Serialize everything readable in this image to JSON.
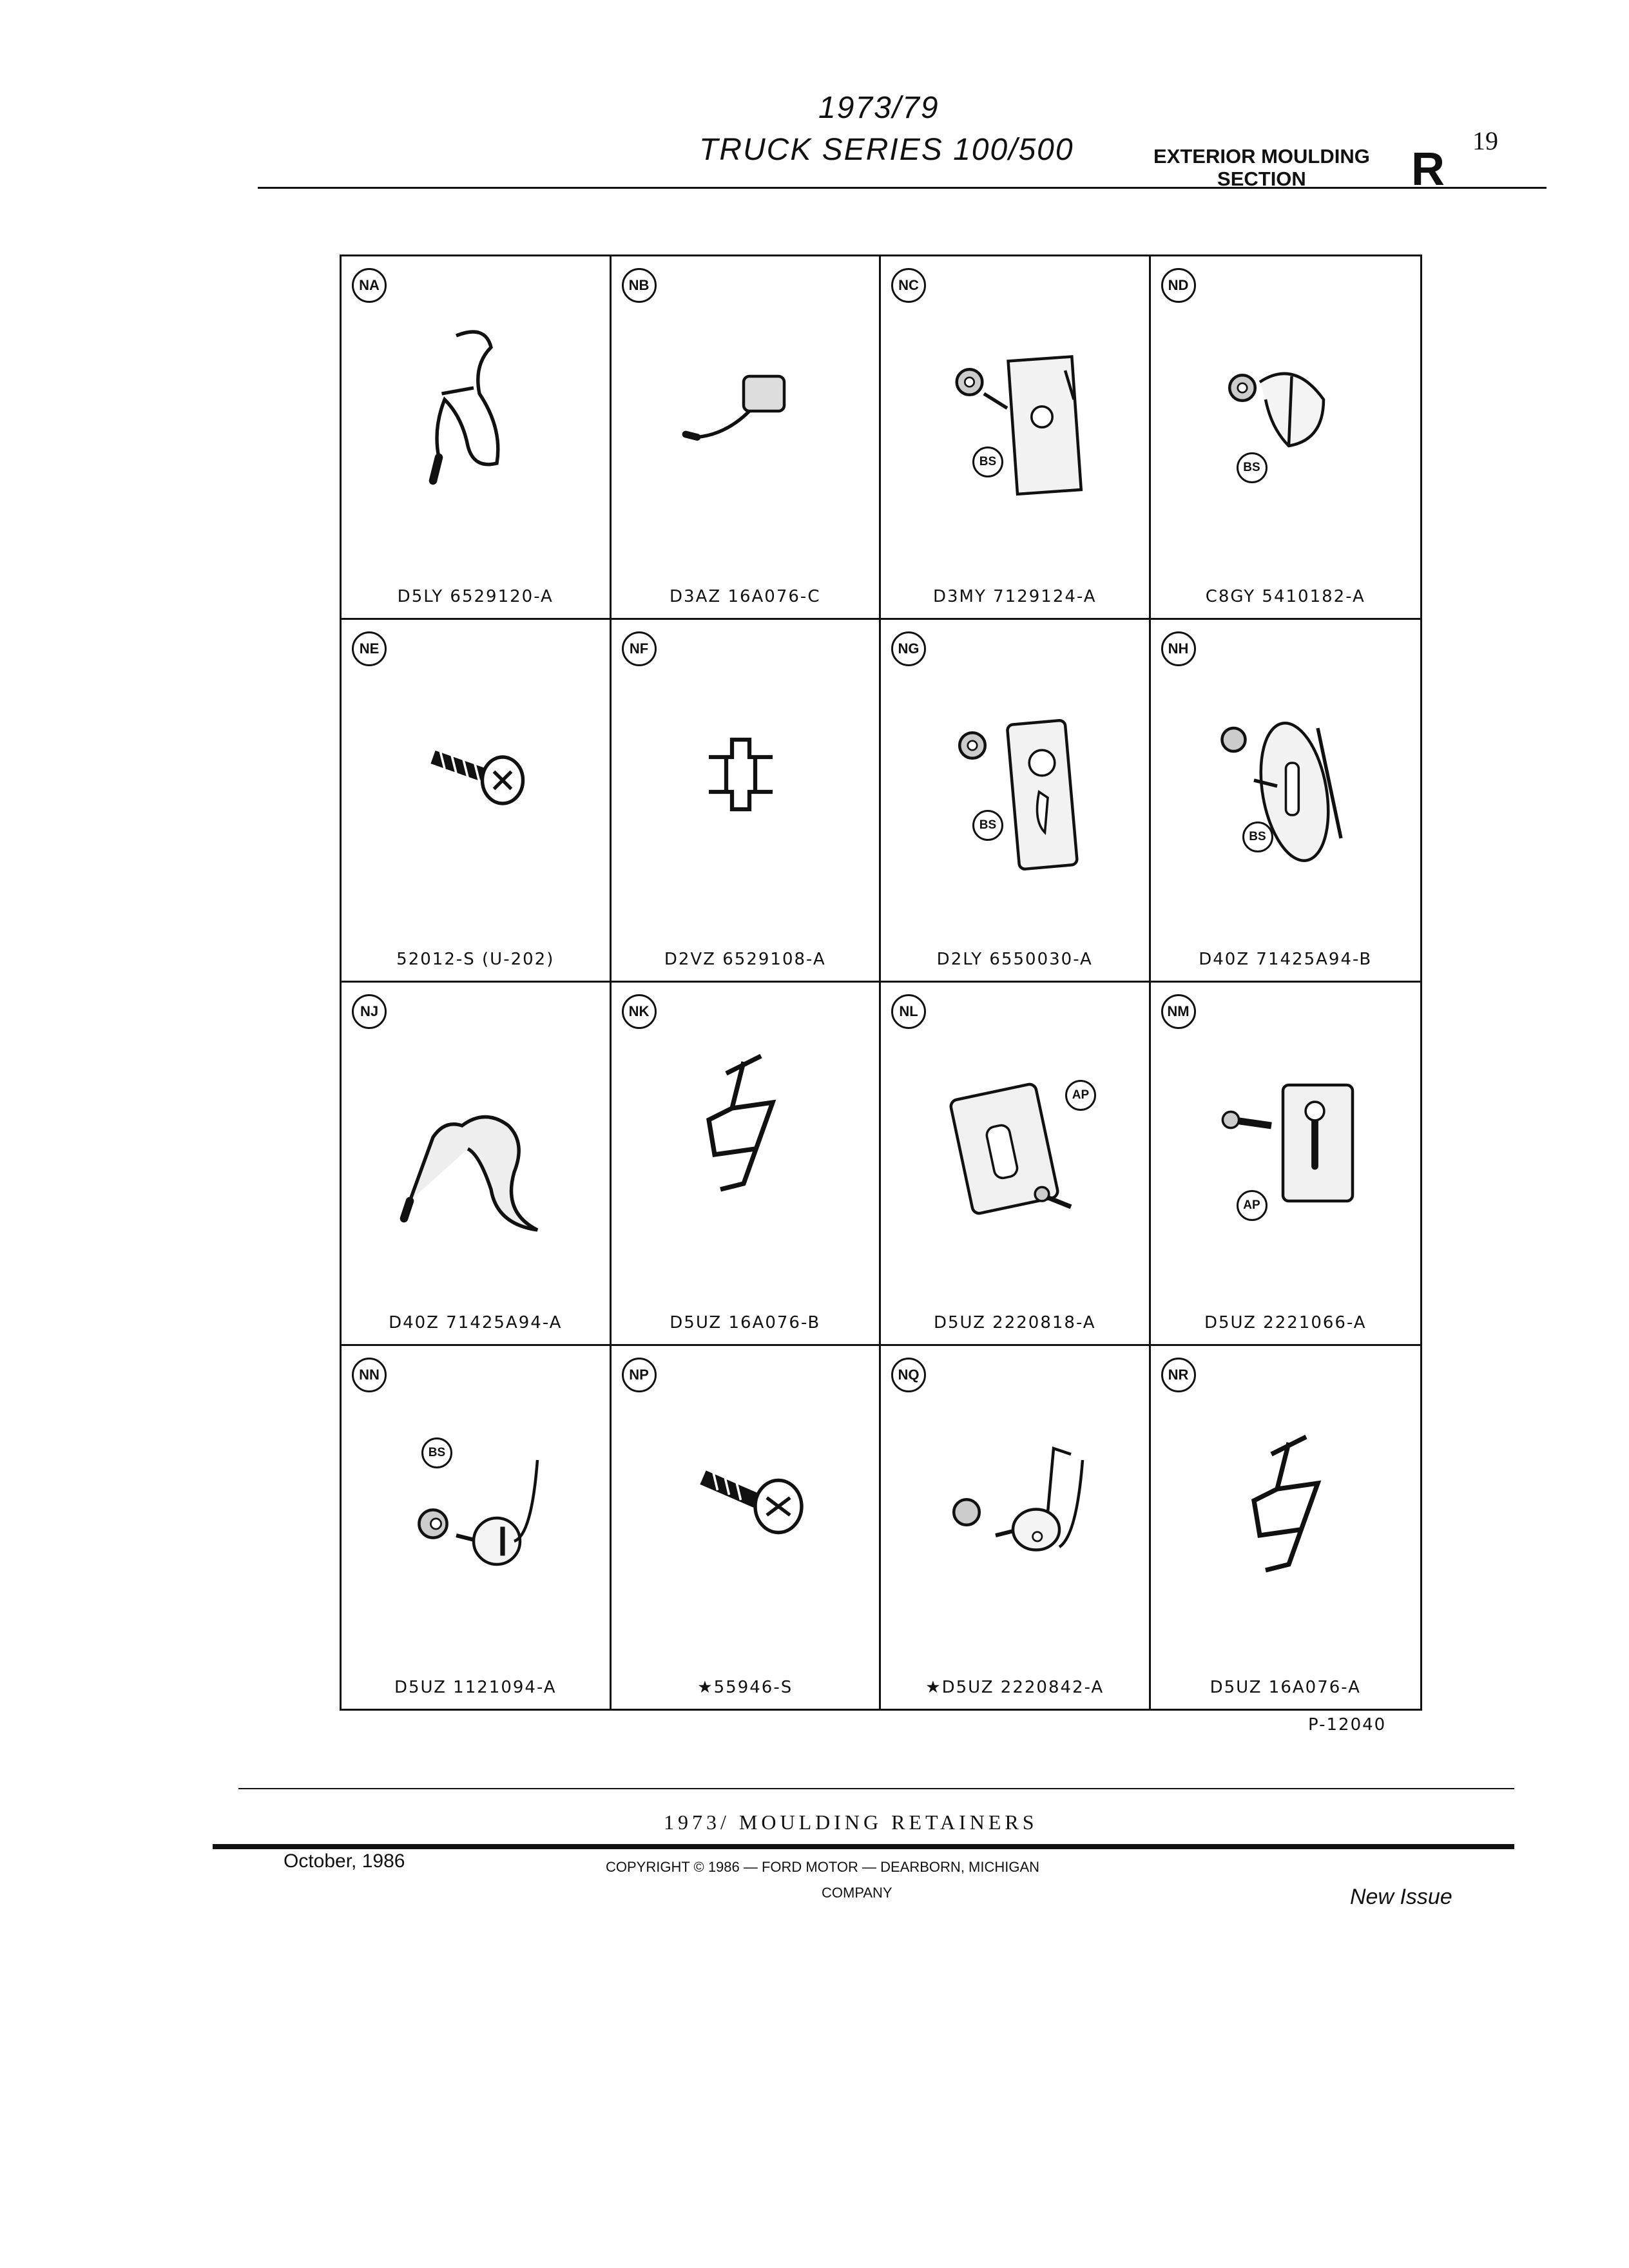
{
  "header": {
    "year": "1973/79",
    "series": "TRUCK  SERIES  100/500",
    "section_line1": "EXTERIOR MOULDING",
    "section_line2": "SECTION",
    "section_letter": "R",
    "page_number": "19"
  },
  "cells": [
    {
      "code": "NA",
      "part": "D5LY 6529120-A"
    },
    {
      "code": "NB",
      "part": "D3AZ 16A076-C"
    },
    {
      "code": "NC",
      "part": "D3MY 7129124-A",
      "callout": "BS"
    },
    {
      "code": "ND",
      "part": "C8GY 5410182-A",
      "callout": "BS"
    },
    {
      "code": "NE",
      "part": "52012-S (U-202)"
    },
    {
      "code": "NF",
      "part": "D2VZ 6529108-A"
    },
    {
      "code": "NG",
      "part": "D2LY 6550030-A",
      "callout": "BS"
    },
    {
      "code": "NH",
      "part": "D40Z 71425A94-B",
      "callout": "BS"
    },
    {
      "code": "NJ",
      "part": "D40Z 71425A94-A"
    },
    {
      "code": "NK",
      "part": "D5UZ 16A076-B"
    },
    {
      "code": "NL",
      "part": "D5UZ 2220818-A",
      "callout": "AP"
    },
    {
      "code": "NM",
      "part": "D5UZ 2221066-A",
      "callout": "AP"
    },
    {
      "code": "NN",
      "part": "D5UZ 1121094-A",
      "callout": "BS"
    },
    {
      "code": "NP",
      "part": "★55946-S"
    },
    {
      "code": "NQ",
      "part": "★D5UZ 2220842-A"
    },
    {
      "code": "NR",
      "part": "D5UZ 16A076-A"
    }
  ],
  "figure_ref": "P-12040",
  "footer": {
    "title": "1973/   MOULDING RETAINERS",
    "date": "October, 1986",
    "copyright": "COPYRIGHT © 1986  —  FORD MOTOR  —  DEARBORN, MICHIGAN",
    "company": "COMPANY",
    "status": "New Issue"
  }
}
